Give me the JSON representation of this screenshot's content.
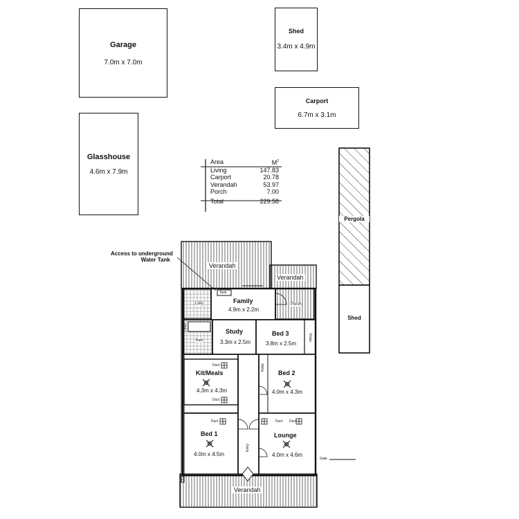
{
  "outbuildings": {
    "garage": {
      "name": "Garage",
      "size": "7.0m x 7.0m"
    },
    "shed_top": {
      "name": "Shed",
      "size": "3.4m x 4.9m"
    },
    "carport": {
      "name": "Carport",
      "size": "6.7m x 3.1m"
    },
    "glasshouse": {
      "name": "Glasshouse",
      "size": "4.6m x 7.9m"
    },
    "pergola": {
      "name": "Pergola"
    },
    "shed_side": {
      "name": "Shed"
    }
  },
  "area_table": {
    "header_label": "Area",
    "header_unit": "M",
    "header_sup": "2",
    "rows": [
      {
        "label": "Living",
        "value": "147.83"
      },
      {
        "label": "Carport",
        "value": "20.78"
      },
      {
        "label": "Verandah",
        "value": "53.97"
      },
      {
        "label": "Porch",
        "value": "7.00"
      }
    ],
    "total": {
      "label": "Total",
      "value": "229.58"
    }
  },
  "house": {
    "access_note_line1": "Access to underground",
    "access_note_line2": "Water Tank",
    "verandah_top": "Verandah",
    "verandah_right": "Verandah",
    "verandah_bottom": "Verandah",
    "tank": "Tank",
    "lndry": "Ldry",
    "porch": "Porch",
    "family": {
      "name": "Family",
      "size": "4.9m x 2.2m"
    },
    "study": {
      "name": "Study",
      "size": "3.3m x 2.5m"
    },
    "bed3": {
      "name": "Bed 3",
      "size": "3.8m x 2.5m"
    },
    "robe_bed3": "Robe",
    "bath": "Bath",
    "linen": "Linen",
    "kit": {
      "name": "Kit/Meals",
      "size": "4.3m x 4.3m"
    },
    "duct_kit_top": "Duct",
    "duct_kit_bottom": "Duct",
    "bed2": {
      "name": "Bed 2",
      "size": "4.0m x 4.3m"
    },
    "robe_bed2": "Robe",
    "bed1": {
      "name": "Bed 1",
      "size": "4.0m x 4.5m"
    },
    "duct_bed1": "Duct",
    "lounge": {
      "name": "Lounge",
      "size": "4.0m x 4.6m"
    },
    "duct_lounge_1": "Duct",
    "duct_lounge_2": "Duct",
    "entry": "Entry",
    "gate": "Gate"
  }
}
